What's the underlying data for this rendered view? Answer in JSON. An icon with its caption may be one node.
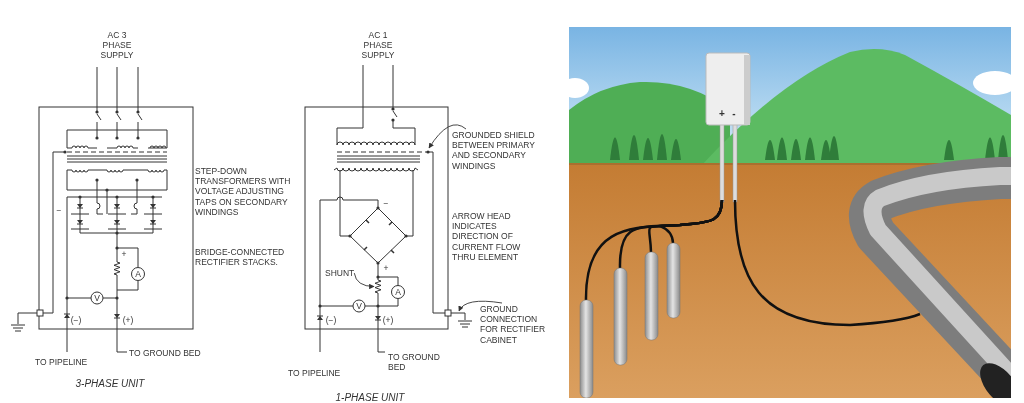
{
  "diagram": {
    "nodes": [
      {
        "text": [
          "GROUNDED SHIELD BETWEEN PRIMARY AND SECONDARY WINDINGS"
        ]
      },
      {
        "text": [
          "SHUNT"
        ]
      },
      {
        "text": [
          "GROUND CONNECTION FOR RECTIFIER CABINET"
        ]
      },
      {
        "text": [],
        "shape": "resistor"
      }
    ],
    "edges": [
      {
        "from": 0,
        "to": null,
        "arrow": "to"
      },
      {
        "from": 1,
        "to": 3,
        "arrow": "to"
      },
      {
        "from": 2,
        "to": null,
        "arrow": "to"
      }
    ],
    "labels": [
      "AC 3 PHASE SUPPLY",
      "STEP-DOWN TRANSFORMERS WITH VOLTAGE ADJUSTING TAPS ON SECONDARY WINDINGS",
      "BRIDGE-CONNECTED RECTIFIER STACKS.",
      "−",
      "+",
      "A",
      "V",
      "(−)",
      "(+)",
      "TO PIPELINE",
      "TO GROUND BED",
      "3-PHASE UNIT",
      "AC 1 PHASE SUPPLY",
      "−",
      "+",
      "A",
      "V",
      "(−)",
      "(+)",
      "ARROW HEAD INDICATES DIRECTION OF CURRENT FLOW THRU ELEMENT",
      "TO PIPELINE",
      "TO GROUND BED",
      "1-PHASE UNIT",
      "+",
      "-"
    ]
  }
}
